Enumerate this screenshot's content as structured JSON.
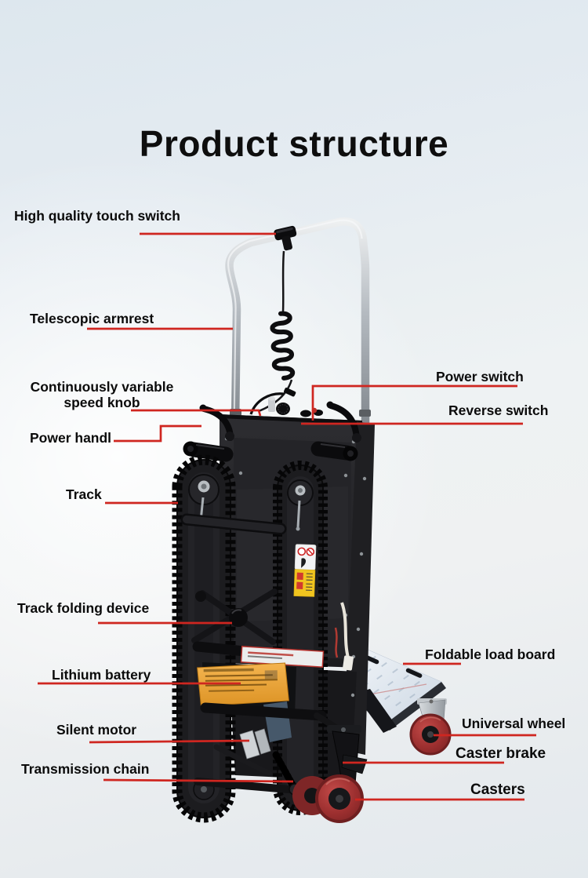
{
  "title": "Product structure",
  "callouts": {
    "touch_switch": "High quality touch switch",
    "telescopic_armrest": "Telescopic armrest",
    "speed_knob": "Continuously variable speed knob",
    "power_handle": "Power handl",
    "track": "Track",
    "power_switch": "Power switch",
    "reverse_switch": "Reverse switch",
    "track_folding_device": "Track folding device",
    "lithium_battery": "Lithium battery",
    "silent_motor": "Silent motor",
    "transmission_chain": "Transmission chain",
    "foldable_load_board": "Foldable load board",
    "universal_wheel": "Universal wheel",
    "caster_brake": "Caster brake",
    "casters": "Casters"
  },
  "colors": {
    "leader_line": "#cf2620",
    "label_text": "#0b0b0b",
    "title_text": "#0e0e0e",
    "trolley_black": "#1c1c1f",
    "wheel_red": "#9c2f2f",
    "battery_label_orange": "#eda93f",
    "warning_label_yellow": "#f0c41f",
    "handlebar_steel": "#b9bec3",
    "background_blue_tint": "#dde7ee"
  }
}
